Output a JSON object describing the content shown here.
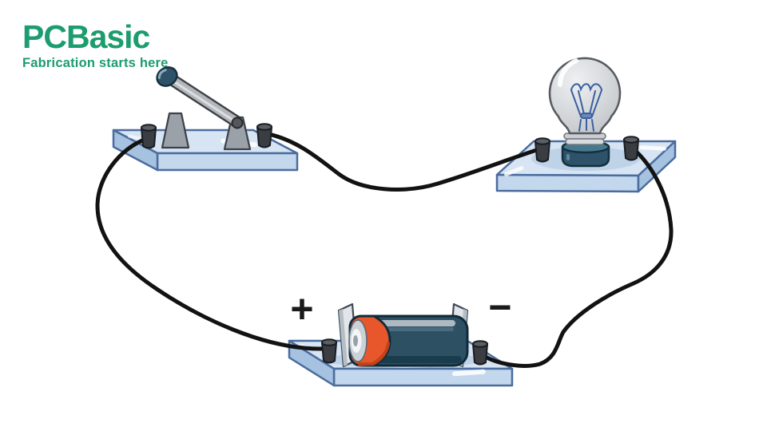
{
  "brand": {
    "logo_text": "PCBasic",
    "tagline": "Fabrication starts here",
    "brand_color": "#1d9c70"
  },
  "diagram": {
    "type": "simple-electric-circuit",
    "components": {
      "switch": "knife-switch",
      "bulb": "light-bulb",
      "battery": "battery-cell"
    },
    "labels": {
      "positive": "+",
      "negative": "−"
    }
  },
  "colors": {
    "background": "#ffffff",
    "wire": "#121212",
    "label": "#1a1a1a",
    "platform_top": "#d6e4f4",
    "platform_front": "#c3d7ed",
    "platform_side": "#a6c2e1",
    "platform_outline": "#4b6c9d",
    "platform_shadow": "#bed3e8",
    "terminal": "#3a3e43",
    "terminal_top": "#5a5f65",
    "terminal_outline": "#191c1f",
    "post_gray": "#9ba1a8",
    "lever_gray": "#b3b7bc",
    "metal_outline": "#3d4146",
    "steel_blue": "#2d5269",
    "steel_outline": "#152f3d",
    "glass": "#d7d9dc",
    "glass_outline": "#575b60",
    "filament": "#3b5fa0",
    "bulb_base": "#c9ccd0",
    "battery_body": "#2e5063",
    "battery_cap": "#e8562b",
    "battery_outline": "#102a38",
    "plate": "#e2e6ea",
    "plate_outline": "#3e4a55"
  }
}
